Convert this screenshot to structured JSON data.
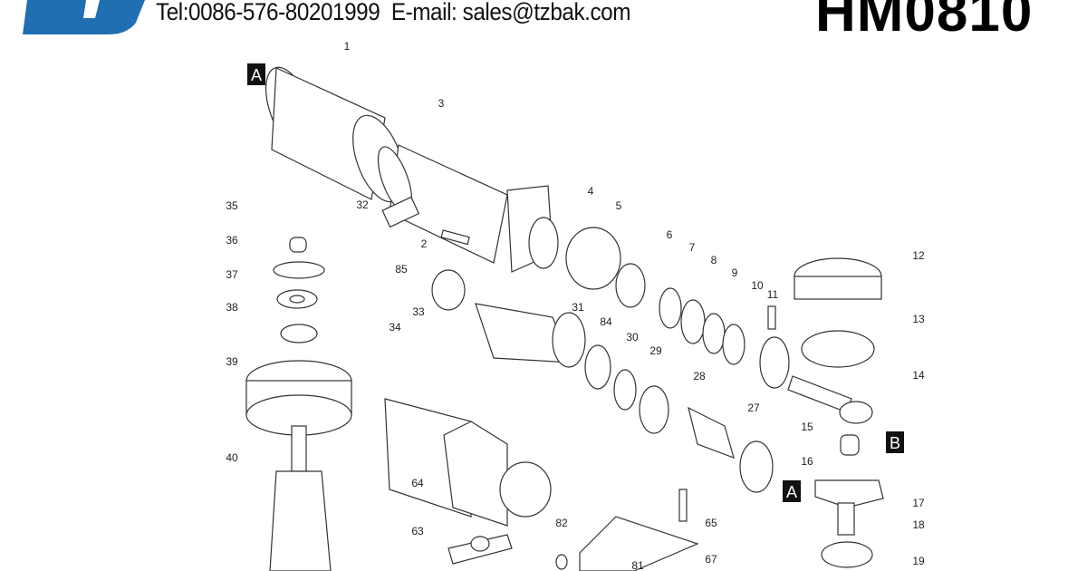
{
  "header": {
    "contact": "Tel:0086-576-80201999  E-mail: sales@tzbak.com",
    "model": "HM0810",
    "logo_color": "#1f6fb2"
  },
  "diagram": {
    "part_numbers": [
      "1",
      "3",
      "4",
      "5",
      "32",
      "2",
      "35",
      "36",
      "37",
      "38",
      "39",
      "40",
      "85",
      "33",
      "34",
      "31",
      "84",
      "30",
      "29",
      "28",
      "27",
      "6",
      "7",
      "8",
      "9",
      "10",
      "11",
      "12",
      "13",
      "14",
      "15",
      "16",
      "17",
      "18",
      "19",
      "64",
      "63",
      "82",
      "65",
      "67",
      "81"
    ],
    "markers": [
      "A",
      "B",
      "A"
    ]
  }
}
